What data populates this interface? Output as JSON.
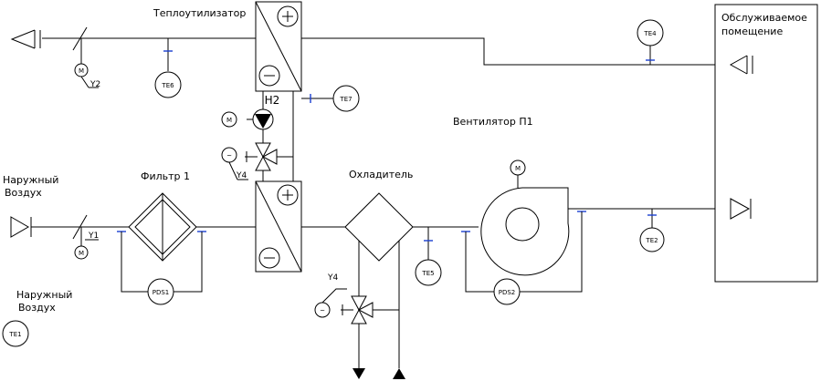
{
  "labels": {
    "heat_recovery": "Теплоутилизатор",
    "served_room_1": "Обслуживаемое",
    "served_room_2": "помещение",
    "fan": "Вентилятор П1",
    "filter": "Фильтр 1",
    "cooler": "Охладитель",
    "outdoor_air_1": "Наружный",
    "outdoor_air_2": "Воздух",
    "outdoor_air_3": "Наружный",
    "outdoor_air_4": "Воздух",
    "pump": "Н2"
  },
  "sensors": {
    "te1": "TE1",
    "te2": "TE2",
    "te4": "TE4",
    "te5": "TE5",
    "te6": "TE6",
    "te7": "TE7",
    "pds1": "PDS1",
    "pds2": "PDS2"
  },
  "actuators": {
    "m": "M",
    "y1": "Y1",
    "y2": "Y2",
    "y4a": "Y4",
    "y4b": "Y4",
    "plus": "+",
    "minus": "−",
    "wave": "~"
  }
}
